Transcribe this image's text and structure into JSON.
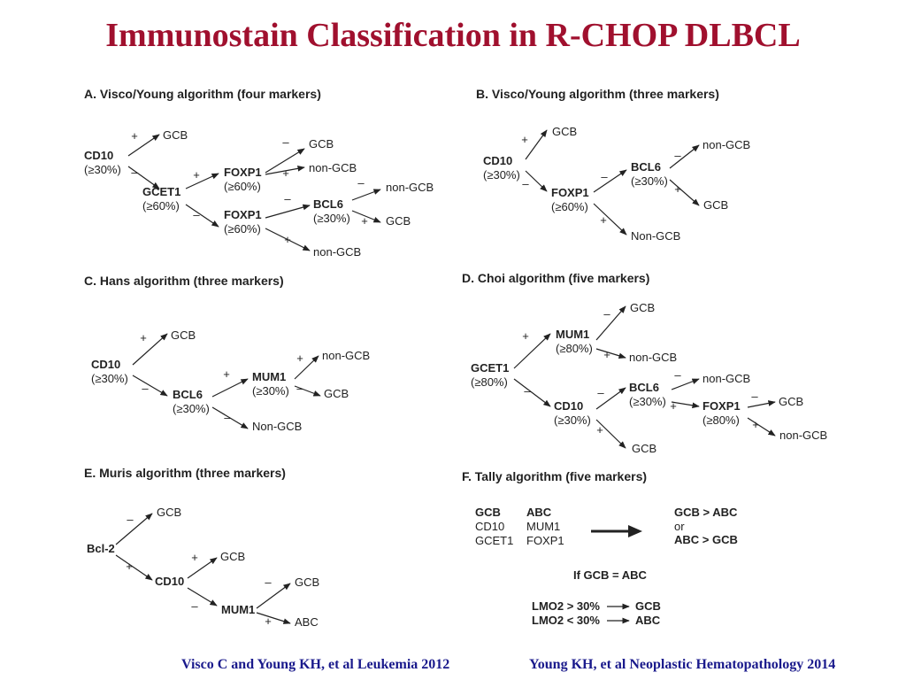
{
  "title": "Immunostain Classification in R-CHOP DLBCL",
  "references": {
    "left": "Visco C and Young KH, et al Leukemia 2012",
    "right": "Young KH, et al Neoplastic Hematopathology 2014"
  },
  "colors": {
    "title": "#a0102e",
    "reference": "#1a1a8c",
    "diagram": "#222222"
  },
  "panels": {
    "A": {
      "title": "A. Visco/Young algorithm (four markers)",
      "nodes": [
        {
          "label": "CD10",
          "sub": "(≥30%)"
        },
        {
          "label": "GCB"
        },
        {
          "label": "GCET1",
          "sub": "(≥60%)"
        },
        {
          "label": "FOXP1",
          "sub": "(≥60%)"
        },
        {
          "label": "FOXP1",
          "sub": "(≥60%)"
        },
        {
          "label": "GCB"
        },
        {
          "label": "non-GCB"
        },
        {
          "label": "BCL6",
          "sub": "(≥30%)"
        },
        {
          "label": "non-GCB"
        },
        {
          "label": "non-GCB"
        },
        {
          "label": "GCB"
        }
      ],
      "edges": [
        {
          "sign": "+"
        },
        {
          "sign": "–"
        },
        {
          "sign": "+"
        },
        {
          "sign": "–"
        },
        {
          "sign": "–"
        },
        {
          "sign": "+"
        },
        {
          "sign": "–"
        },
        {
          "sign": "+"
        },
        {
          "sign": "–"
        },
        {
          "sign": "+"
        }
      ]
    },
    "B": {
      "title": "B. Visco/Young algorithm (three markers)",
      "nodes": [
        {
          "label": "CD10",
          "sub": "(≥30%)"
        },
        {
          "label": "GCB"
        },
        {
          "label": "FOXP1",
          "sub": "(≥60%)"
        },
        {
          "label": "BCL6",
          "sub": "(≥30%)"
        },
        {
          "label": "Non-GCB"
        },
        {
          "label": "non-GCB"
        },
        {
          "label": "GCB"
        }
      ],
      "edges": [
        {
          "sign": "+"
        },
        {
          "sign": "–"
        },
        {
          "sign": "–"
        },
        {
          "sign": "+"
        },
        {
          "sign": "–"
        },
        {
          "sign": "+"
        }
      ]
    },
    "C": {
      "title": "C. Hans algorithm (three markers)",
      "nodes": [
        {
          "label": "CD10",
          "sub": "(≥30%)"
        },
        {
          "label": "GCB"
        },
        {
          "label": "BCL6",
          "sub": "(≥30%)"
        },
        {
          "label": "MUM1",
          "sub": "(≥30%)"
        },
        {
          "label": "Non-GCB"
        },
        {
          "label": "non-GCB"
        },
        {
          "label": "GCB"
        }
      ],
      "edges": [
        {
          "sign": "+"
        },
        {
          "sign": "–"
        },
        {
          "sign": "+"
        },
        {
          "sign": "–"
        },
        {
          "sign": "+"
        },
        {
          "sign": "–"
        }
      ]
    },
    "D": {
      "title": "D. Choi algorithm (five markers)",
      "nodes": [
        {
          "label": "GCET1",
          "sub": "(≥80%)"
        },
        {
          "label": "MUM1",
          "sub": "(≥80%)"
        },
        {
          "label": "CD10",
          "sub": "(≥30%)"
        },
        {
          "label": "GCB"
        },
        {
          "label": "non-GCB"
        },
        {
          "label": "BCL6",
          "sub": "(≥30%)"
        },
        {
          "label": "GCB"
        },
        {
          "label": "non-GCB"
        },
        {
          "label": "FOXP1",
          "sub": "(≥80%)"
        },
        {
          "label": "GCB"
        },
        {
          "label": "non-GCB"
        }
      ],
      "edges": [
        {
          "sign": "+"
        },
        {
          "sign": "–"
        },
        {
          "sign": "–"
        },
        {
          "sign": "+"
        },
        {
          "sign": "–"
        },
        {
          "sign": "+"
        },
        {
          "sign": "–"
        },
        {
          "sign": "+"
        },
        {
          "sign": "–"
        },
        {
          "sign": "+"
        }
      ]
    },
    "E": {
      "title": "E. Muris algorithm (three markers)",
      "nodes": [
        {
          "label": "Bcl-2"
        },
        {
          "label": "GCB"
        },
        {
          "label": "CD10"
        },
        {
          "label": "GCB"
        },
        {
          "label": "MUM1"
        },
        {
          "label": "GCB"
        },
        {
          "label": "ABC"
        }
      ],
      "edges": [
        {
          "sign": "–"
        },
        {
          "sign": "+"
        },
        {
          "sign": "+"
        },
        {
          "sign": "–"
        },
        {
          "sign": "–"
        },
        {
          "sign": "+"
        }
      ]
    },
    "F": {
      "title": "F. Tally algorithm (five markers)",
      "header": [
        "GCB",
        "ABC"
      ],
      "rows": [
        [
          "CD10",
          "MUM1"
        ],
        [
          "GCET1",
          "FOXP1"
        ]
      ],
      "result": [
        "GCB > ABC",
        "or",
        "ABC > GCB"
      ],
      "tie_rule": "If GCB = ABC",
      "lmo2": [
        {
          "condition": "LMO2 > 30%",
          "result": "GCB"
        },
        {
          "condition": "LMO2 < 30%",
          "result": "ABC"
        }
      ]
    }
  }
}
